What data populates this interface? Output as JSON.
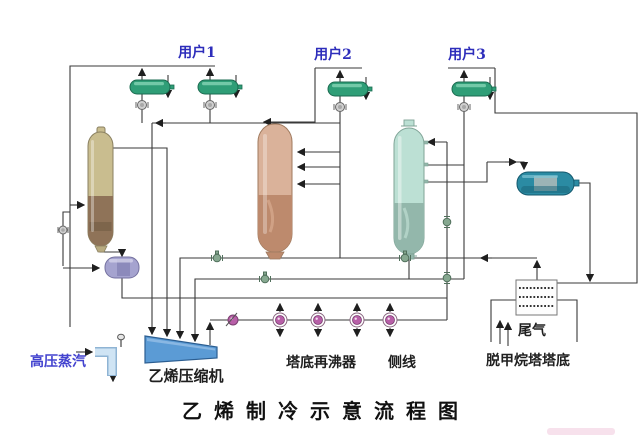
{
  "diagram": {
    "title": "乙烯制冷示意流程图",
    "users": [
      {
        "label": "用户1"
      },
      {
        "label": "用户2"
      },
      {
        "label": "用户3"
      }
    ],
    "labels": {
      "hp_steam": "高压蒸汽",
      "compressor": "乙烯压缩机",
      "bottom_reboiler": "塔底再沸器",
      "side_line": "侧线",
      "demethanizer_bottom": "脱甲烷塔塔底",
      "tail_gas": "尾气"
    },
    "equipment": [
      {
        "id": "user1-exchanger-a",
        "type": "refrigerant-user-exchanger",
        "color": "#2f9e77"
      },
      {
        "id": "user1-exchanger-b",
        "type": "refrigerant-user-exchanger",
        "color": "#2f9e77"
      },
      {
        "id": "user2-exchanger",
        "type": "refrigerant-user-exchanger",
        "color": "#2f9e77"
      },
      {
        "id": "user3-exchanger",
        "type": "refrigerant-user-exchanger",
        "color": "#2f9e77"
      },
      {
        "id": "column-1",
        "type": "vertical-vessel",
        "color": "#c9bd8f"
      },
      {
        "id": "column-2",
        "type": "vertical-vessel",
        "color": "#dab29a"
      },
      {
        "id": "column-3",
        "type": "vertical-vessel",
        "color": "#bce0d4"
      },
      {
        "id": "flash-drum",
        "type": "horizontal-vessel",
        "color": "#2b8ba3"
      },
      {
        "id": "suction-drum",
        "type": "horizontal-vessel",
        "color": "#a5a3cf"
      },
      {
        "id": "ethylene-compressor",
        "type": "compressor",
        "color": "#5b9bd5"
      },
      {
        "id": "demethanizer-bottom-exchanger",
        "type": "hatched-heat-exchanger",
        "color": "#ffffff"
      }
    ],
    "valves": {
      "pink_row_count": 5,
      "pink_color": "#b85fa8",
      "green_color": "#86a890",
      "gray_color": "#cfcfcf"
    },
    "colors": {
      "pipe": "#3a3a3a",
      "background": "#ffffff",
      "user_label": "#2d2dbb",
      "steam_label": "#4343cf",
      "compressor_fill": "#5b9bd5",
      "steam_pipe": "#cfe4f4"
    }
  }
}
